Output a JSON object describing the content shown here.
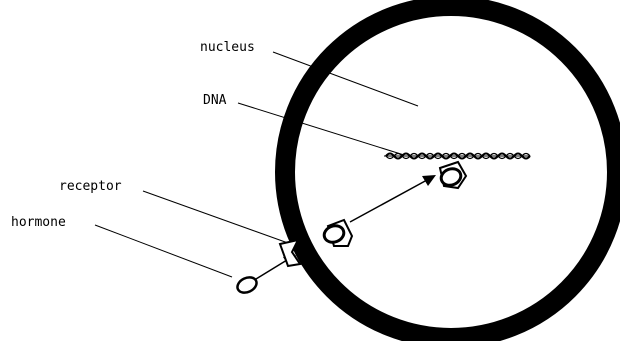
{
  "labels": {
    "nucleus": "nucleus",
    "dna": "DNA",
    "receptor": "receptor",
    "hormone": "hormone"
  },
  "colors": {
    "ink": "#000000",
    "paper": "#ffffff"
  }
}
